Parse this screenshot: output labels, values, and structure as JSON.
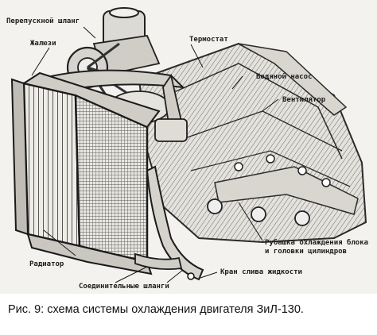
{
  "figure": {
    "labels": {
      "bypass_hose": "Перепускной шланг",
      "louvers": "Жалюзи",
      "thermostat": "Термостат",
      "water_pump": "Водяной насос",
      "fan": "Вентилятор",
      "radiator": "Радиатор",
      "cooling_jacket_line1": "Рубашка охлаждения блока",
      "cooling_jacket_line2": "и головки цилиндров",
      "drain_valve": "Кран слива жидкости",
      "connecting_hoses": "Соединительные шланги"
    }
  },
  "caption": "Рис. 9: схема системы охлаждения двигателя ЗиЛ-130."
}
